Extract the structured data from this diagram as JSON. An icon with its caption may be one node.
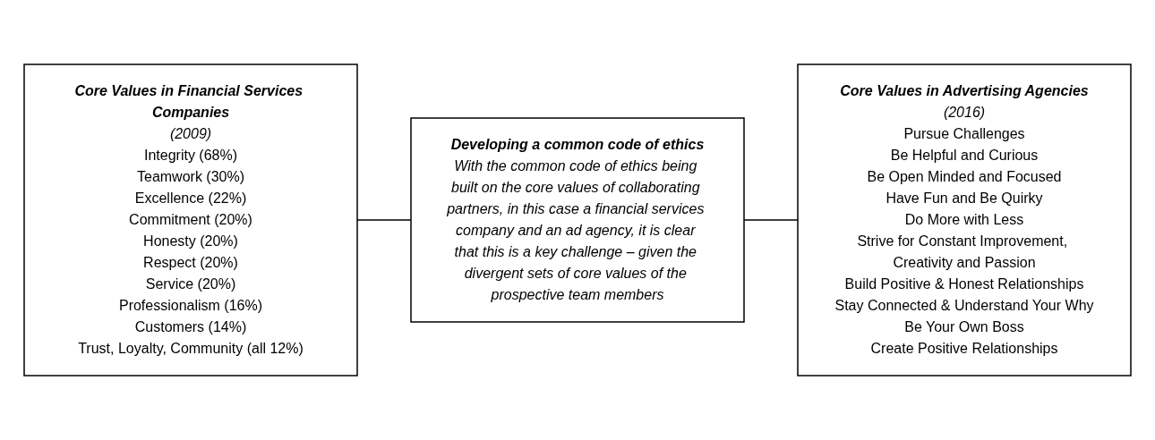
{
  "diagram": {
    "nodes": [
      {
        "text": [
          "Core Values in Financial Services Companies",
          "(2009)",
          "Integrity (68%)",
          "Teamwork (30%)",
          "Excellence (22%)",
          "Commitment (20%)",
          "Honesty (20%)",
          "Respect (20%)",
          "Service (20%)",
          "Professionalism (16%)",
          "Customers (14%)",
          "Trust, Loyalty, Community (all 12%)"
        ]
      },
      {
        "text": [
          "Developing a common code of ethics",
          "With the common code of ethics being built on the core values of collaborating partners, in this case a financial services company and an ad agency, it is clear that this is a key challenge – given the divergent sets of core values of the prospective team members"
        ]
      },
      {
        "text": [
          "Core Values in Advertising Agencies",
          "(2016)",
          "Pursue Challenges",
          "Be Helpful and Curious",
          "Be Open Minded and Focused",
          "Have Fun and Be Quirky",
          "Do More with Less",
          "Strive for Constant Improvement, Creativity and Passion",
          "Build Positive & Honest Relationships",
          "Stay Connected & Understand Your Why",
          "Be Your Own Boss",
          "Create Positive Relationships"
        ]
      }
    ],
    "edges": [
      {
        "from": 0,
        "to": 1,
        "arrow": "none"
      },
      {
        "from": 1,
        "to": 2,
        "arrow": "none"
      }
    ]
  }
}
